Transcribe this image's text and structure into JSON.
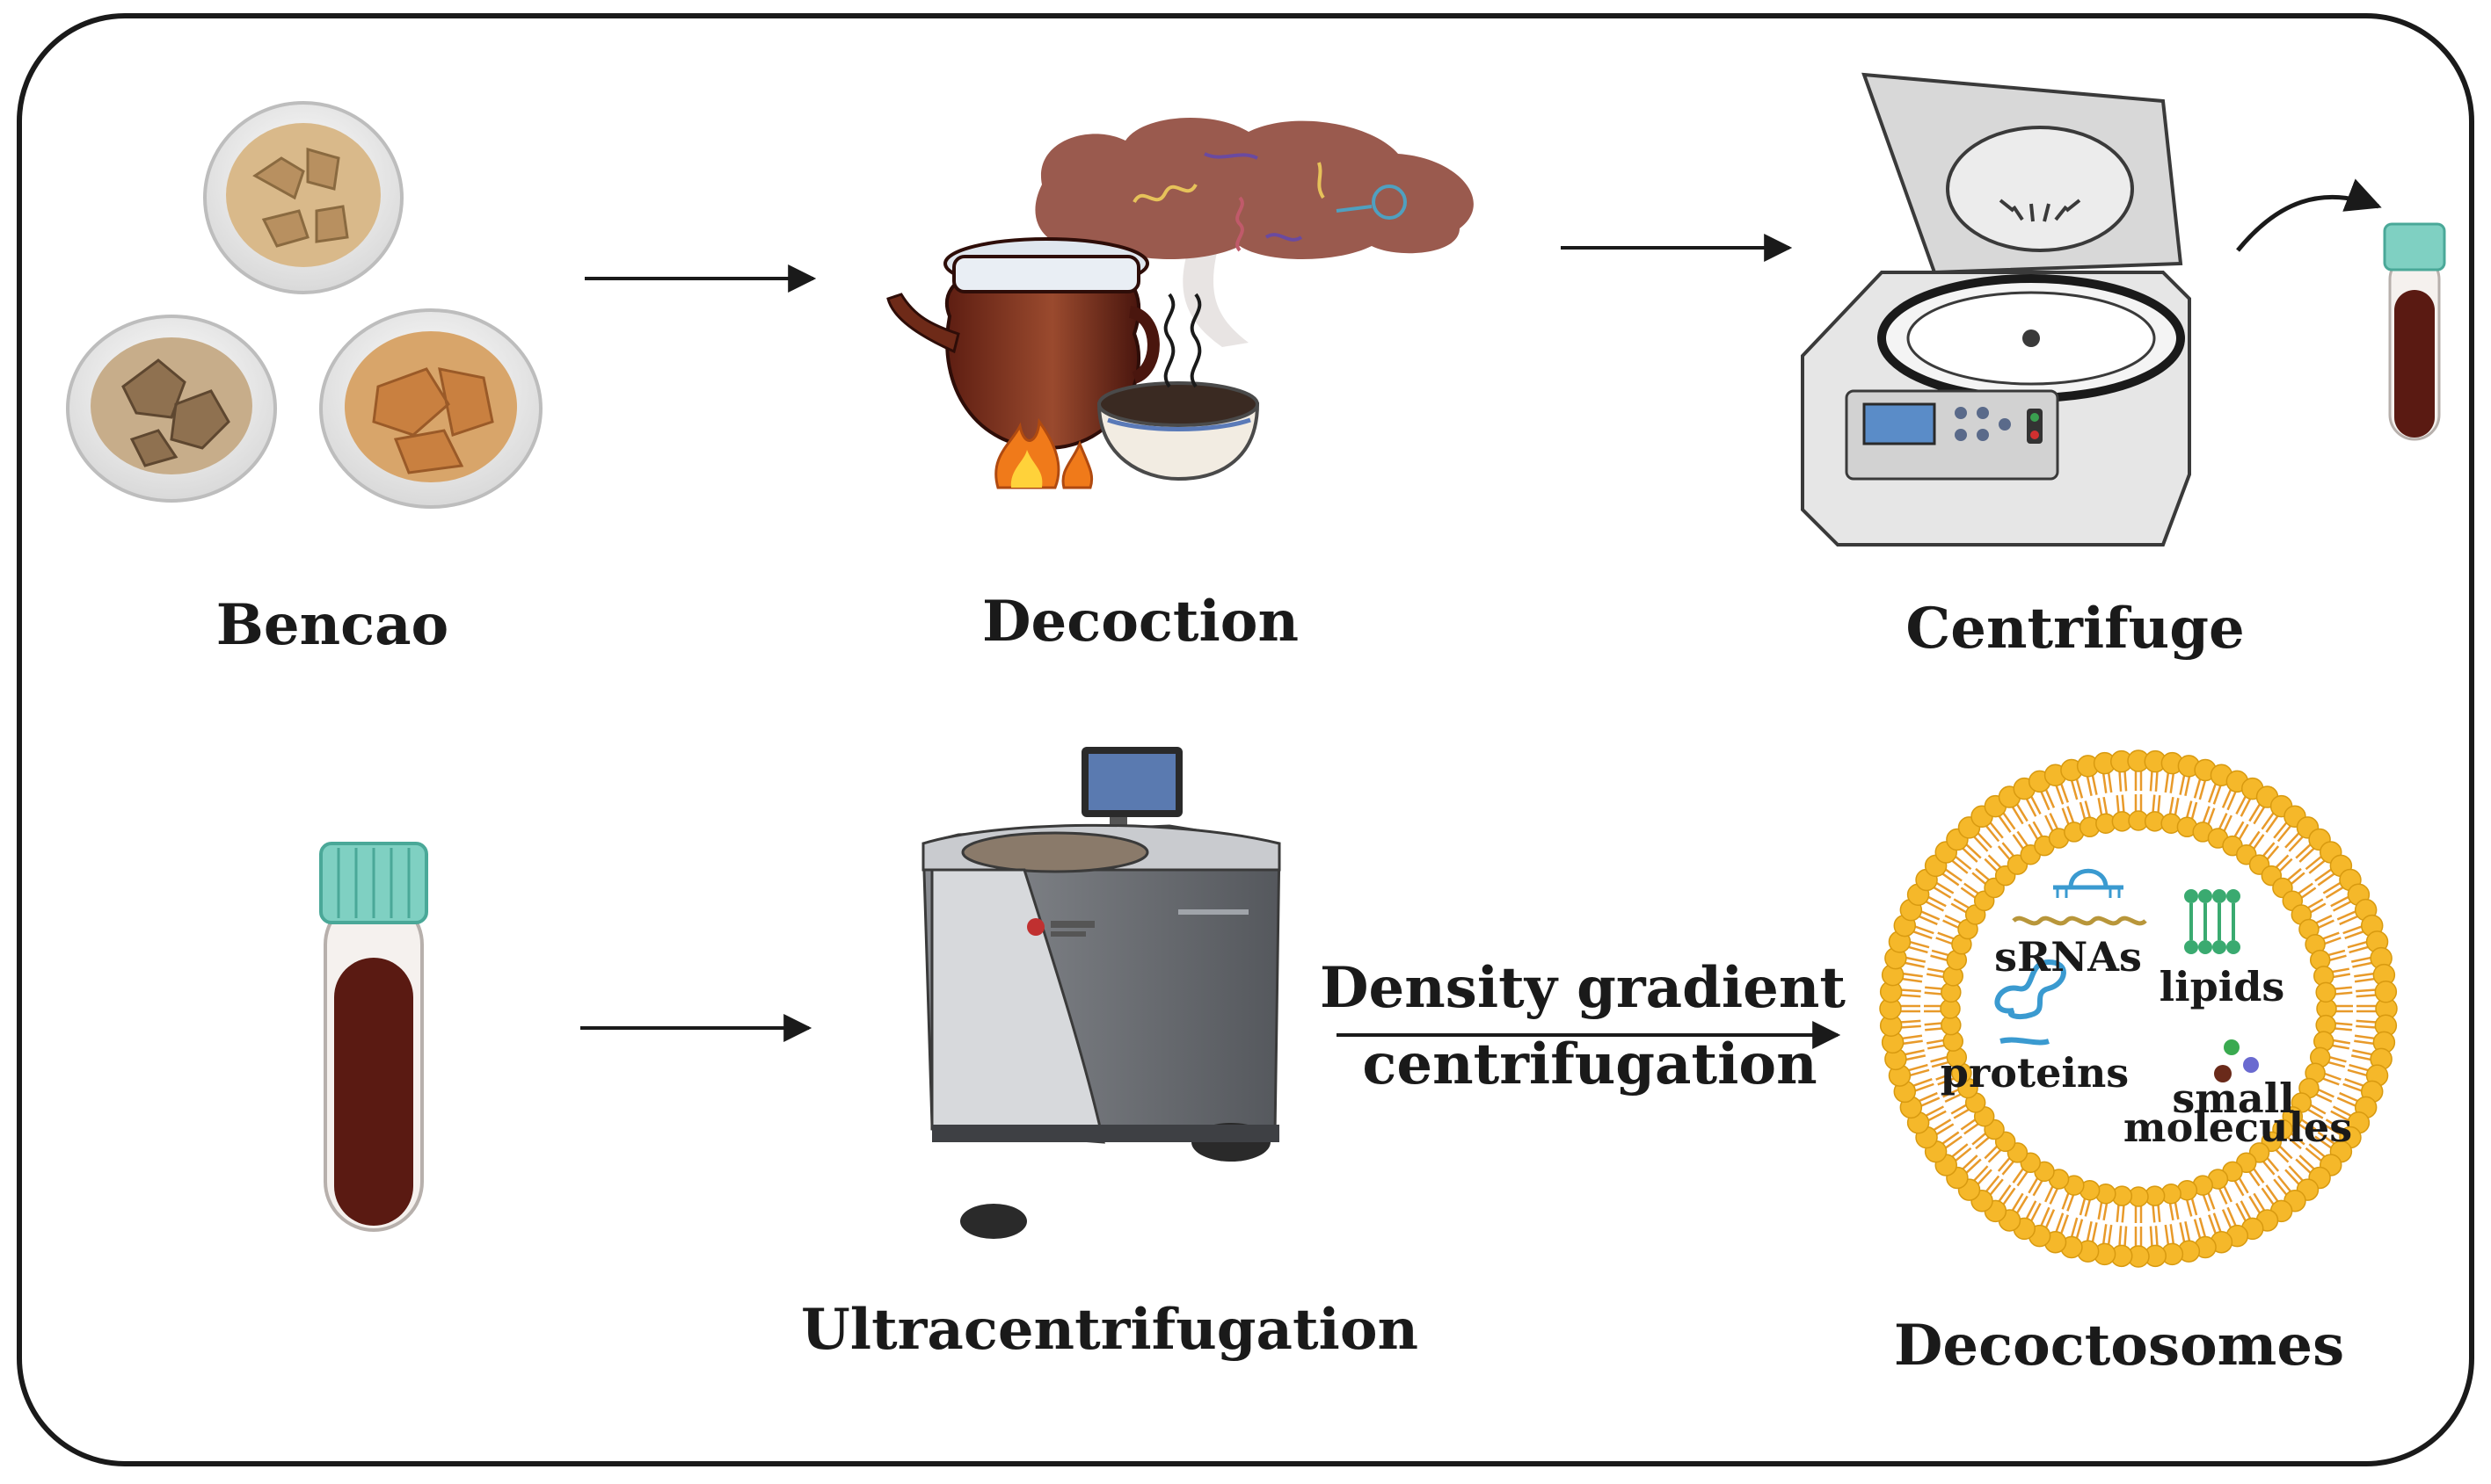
{
  "steps": {
    "bencao": "Bencao",
    "decoction": "Decoction",
    "centrifuge": "Centrifuge",
    "ultracentrifugation": "Ultracentrifugation",
    "decoctosomes": "Decoctosomes"
  },
  "arrow_label": {
    "line1": "Density gradient",
    "line2": "centrifugation"
  },
  "cargo": {
    "srnas": "sRNAs",
    "lipids": "lipids",
    "proteins": "proteins",
    "small": "small",
    "molecules": "molecules"
  },
  "colors": {
    "frame": "#1a1a1a",
    "decoction_brown": "#5a1a12",
    "tube_cap": "#7fd0c2",
    "smoke": "#9a5a4e",
    "lipid_head": "#f5b82a",
    "lipid_tail": "#e89a2a",
    "centrifuge_body": "#e6e6e6",
    "ultracentrifuge_body": "#6f7278"
  }
}
